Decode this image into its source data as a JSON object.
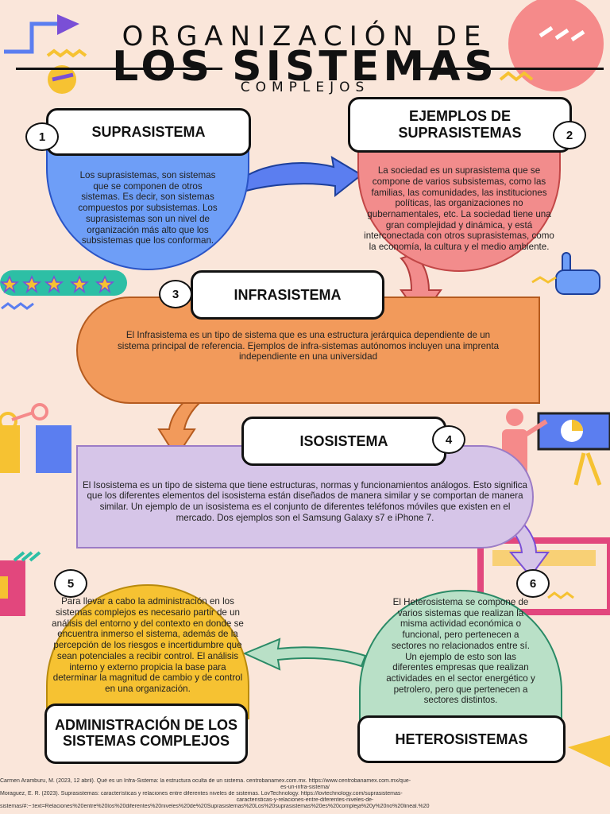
{
  "header": {
    "line1": "ORGANIZACIÓN DE",
    "line2": "LOS SISTEMAS",
    "line3": "COMPLEJOS"
  },
  "sections": {
    "s1": {
      "number": "1",
      "title": "SUPRASISTEMA",
      "text": "Los suprasistemas, son sistemas que se componen de otros sistemas. Es decir, son sistemas compuestos por subsistemas. Los suprasistemas son un nivel de organización más alto que los subsistemas que los conforman."
    },
    "s2": {
      "number": "2",
      "title": "EJEMPLOS DE SUPRASISTEMAS",
      "text": "La sociedad es un suprasistema que se compone de varios subsistemas, como las familias, las comunidades, las instituciones políticas, las organizaciones no gubernamentales, etc. La sociedad tiene una gran complejidad y dinámica, y está interconectada con otros suprasistemas, como la economía, la cultura y el medio ambiente."
    },
    "s3": {
      "number": "3",
      "title": "INFRASISTEMA",
      "text": "El Infrasistema es un tipo de sistema que es una estructura jerárquica dependiente de un sistema principal de referencia. Ejemplos de infra-sistemas autónomos incluyen una imprenta independiente en una universidad"
    },
    "s4": {
      "number": "4",
      "title": "ISOSISTEMA",
      "text": "El Isosistema es un tipo de sistema que tiene estructuras, normas y funcionamientos análogos. Esto significa que los diferentes elementos del isosistema están diseñados de manera similar y se comportan de manera similar. Un ejemplo de un isosistema es el conjunto de diferentes teléfonos móviles que existen en el mercado. Dos ejemplos son el Samsung Galaxy s7 e iPhone 7."
    },
    "s5": {
      "number": "5",
      "title": "ADMINISTRACIÓN DE LOS SISTEMAS COMPLEJOS",
      "text": "Para llevar a cabo la administración en los sistemas complejos es necesario partir de un análisis del entorno y del contexto en donde se encuentra inmerso el sistema, además de la percepción de los riesgos e incertidumbre que sean potenciales a recibir control. El análisis interno y externo propicia la base para determinar la magnitud de cambio y de control en una organización."
    },
    "s6": {
      "number": "6",
      "title": "HETEROSISTEMAS",
      "text": "El Heterosistema se compone de varios sistemas que realizan la misma actividad económica o funcional, pero pertenecen a sectores no relacionados entre sí. Un ejemplo de esto son las diferentes empresas que realizan actividades en el sector energético y petrolero, pero que pertenecen a sectores distintos."
    }
  },
  "references": {
    "r1": "Carmen Aramburu, M. (2023, 12 abril). Qué es un Infra-Sistema: la estructura oculta de un sistema. centrobanamex.com.mx. https://www.centrobanamex.com.mx/que-",
    "r1b": "es-un-infra-sistema/",
    "r2": "Moraguez, E. R. (2023). Suprasistemas: características y relaciones entre diferentes niveles de sistemas. LovTechnology. https://lovtechnology.com/suprasistemas-",
    "r2b": "caracteristicas-y-relaciones-entre-diferentes-niveles-de-",
    "r2c": "sistemas/#:~:text=Relaciones%20entre%20los%20diferentes%20niveles%20de%20Suprasistemas%20Los%20suprasistemas%20es%20compleja%20y%20no%20lineal.%20"
  },
  "colors": {
    "background": "#fae6da",
    "supra_blue": "#6e9ef7",
    "examples_red": "#f28c8c",
    "infra_orange": "#f29a5b",
    "iso_lavender": "#d6c5e8",
    "admin_yellow": "#f6c232",
    "hetero_green": "#b9e0c7"
  }
}
